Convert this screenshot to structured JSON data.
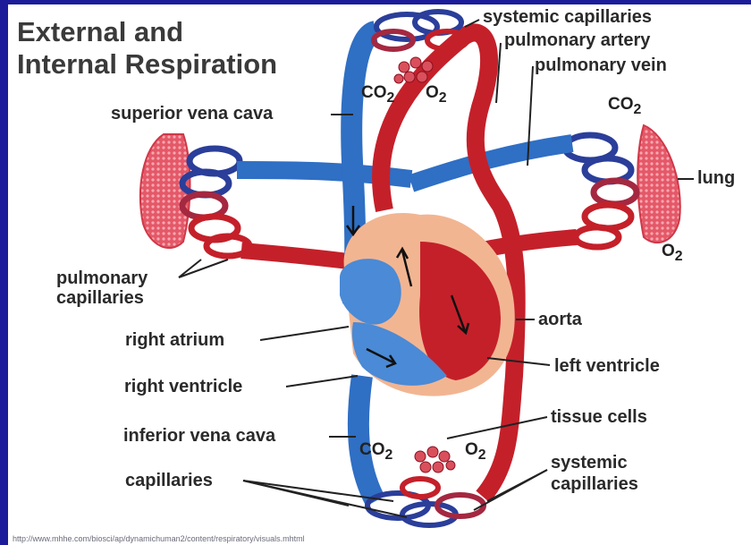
{
  "title": {
    "line1": "External and",
    "line2": "Internal Respiration"
  },
  "labels": {
    "systemic_capillaries_top": "systemic capillaries",
    "pulmonary_artery": "pulmonary artery",
    "pulmonary_vein": "pulmonary vein",
    "superior_vena_cava": "superior vena cava",
    "lung": "lung",
    "pulmonary_capillaries_1": "pulmonary",
    "pulmonary_capillaries_2": "capillaries",
    "aorta": "aorta",
    "right_atrium": "right atrium",
    "left_ventricle": "left ventricle",
    "right_ventricle": "right ventricle",
    "tissue_cells": "tissue cells",
    "inferior_vena_cava": "inferior vena cava",
    "capillaries": "capillaries",
    "systemic_capillaries_bottom_1": "systemic",
    "systemic_capillaries_bottom_2": "capillaries"
  },
  "gases": {
    "co2": "CO",
    "o2": "O",
    "sub": "2"
  },
  "source_url": "http://www.mhhe.com/biosci/ap/dynamichuman2/content/respiratory/visuals.mhtml",
  "colors": {
    "background": "#1c1c9a",
    "panel": "#ffffff",
    "artery_red": "#c4202a",
    "vein_blue": "#2f6fc4",
    "text": "#2a2a2a"
  }
}
